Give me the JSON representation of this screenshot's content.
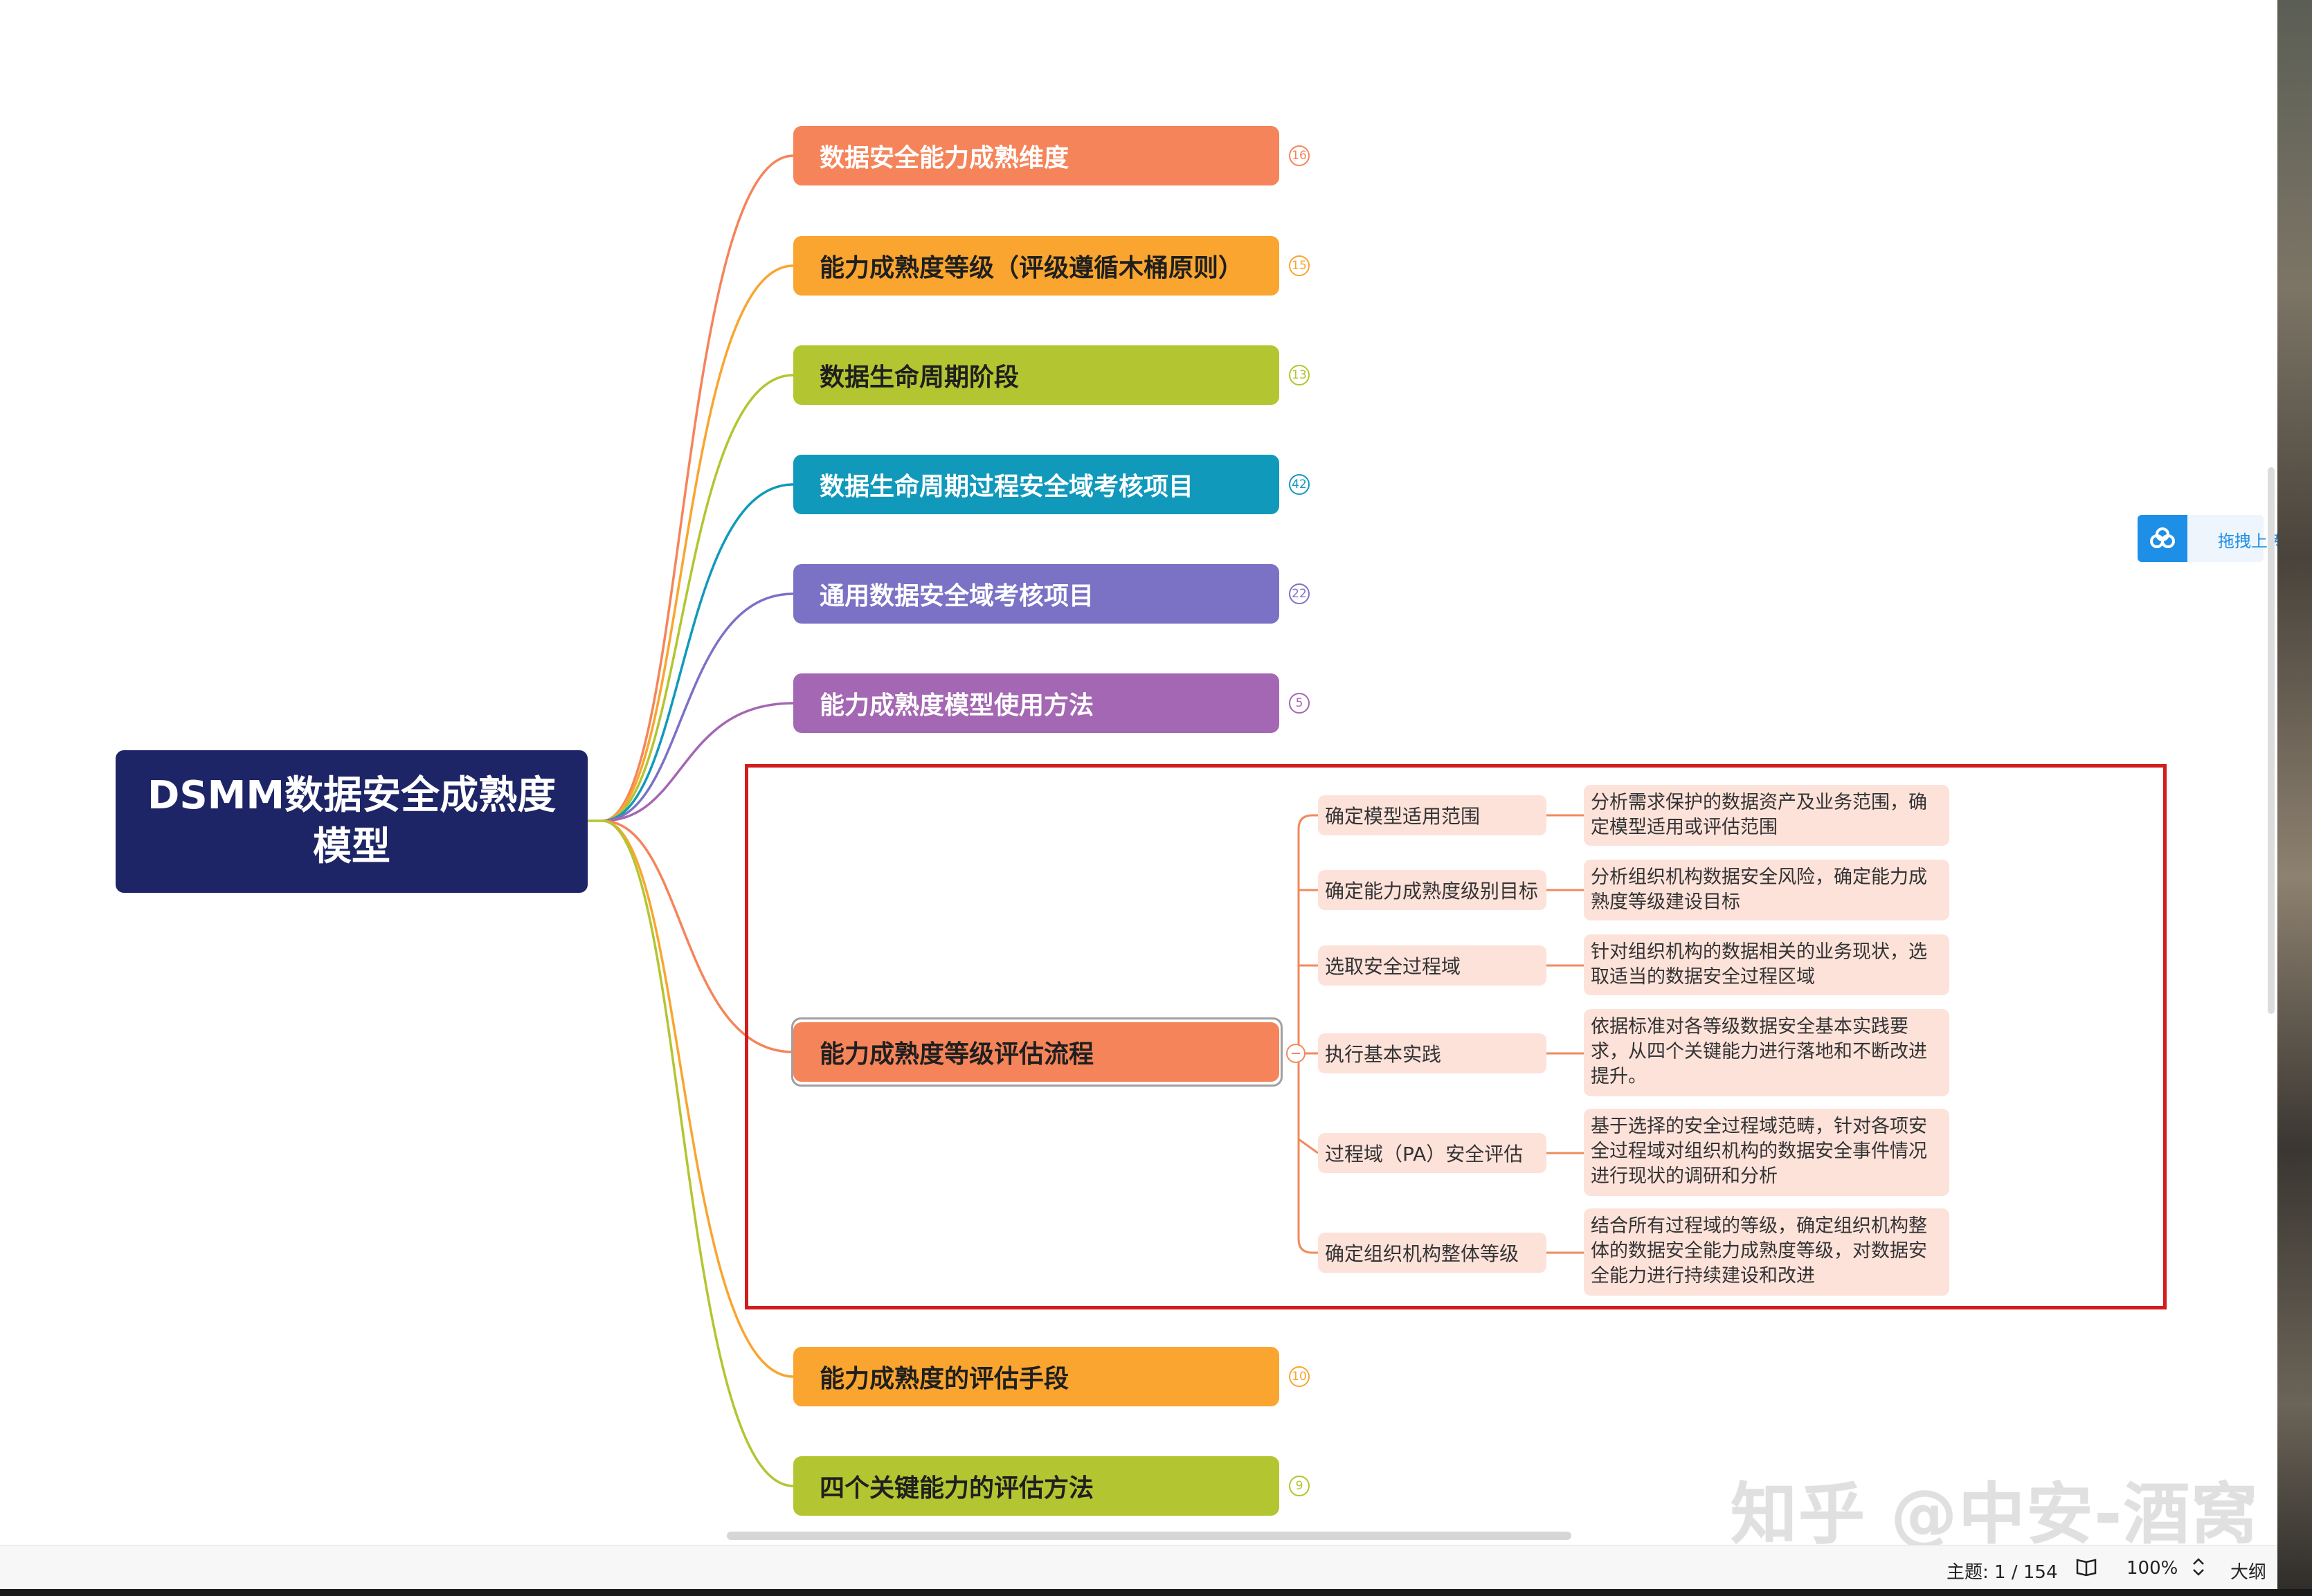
{
  "root": {
    "label": "DSMM数据安全成熟度模型"
  },
  "branches": [
    {
      "label": "数据安全能力成熟维度",
      "count": "16",
      "color": "#f5845a"
    },
    {
      "label": "能力成熟度等级（评级遵循木桶原则）",
      "count": "15",
      "color": "#f9a530"
    },
    {
      "label": "数据生命周期阶段",
      "count": "13",
      "color": "#b3c531"
    },
    {
      "label": "数据生命周期过程安全域考核项目",
      "count": "42",
      "color": "#1199bb"
    },
    {
      "label": "通用数据安全域考核项目",
      "count": "22",
      "color": "#7b72c6"
    },
    {
      "label": "能力成熟度模型使用方法",
      "count": "5",
      "color": "#a467b3"
    },
    {
      "label": "能力成熟度等级评估流程",
      "count": "",
      "color": "#f5845a"
    },
    {
      "label": "能力成熟度的评估手段",
      "count": "10",
      "color": "#f9a530"
    },
    {
      "label": "四个关键能力的评估方法",
      "count": "9",
      "color": "#b3c531"
    }
  ],
  "process_steps": [
    {
      "step": "确定模型适用范围",
      "desc": "分析需求保护的数据资产及业务范围，确定模型适用或评估范围"
    },
    {
      "step": "确定能力成熟度级别目标",
      "desc": "分析组织机构数据安全风险，确定能力成熟度等级建设目标"
    },
    {
      "step": "选取安全过程域",
      "desc": "针对组织机构的数据相关的业务现状，选取适当的数据安全过程区域"
    },
    {
      "step": "执行基本实践",
      "desc": "依据标准对各等级数据安全基本实践要求，从四个关键能力进行落地和不断改进提升。"
    },
    {
      "step": "过程域（PA）安全评估",
      "desc": "基于选择的安全过程域范畴，针对各项安全过程域对组织机构的数据安全事件情况进行现状的调研和分析"
    },
    {
      "step": "确定组织机构整体等级",
      "desc": "结合所有过程域的等级，确定组织机构整体的数据安全能力成熟度等级，对数据安全能力进行持续建设和改进"
    }
  ],
  "upload": {
    "label": "拖拽上传",
    "icon": "cloud-upload-icon"
  },
  "statusbar": {
    "topic": "主题: 1 / 154",
    "zoom": "100%",
    "outline": "大纲"
  },
  "watermark": "知乎 @中安-酒窝",
  "colors": {
    "highlight_box": "#d21d1d",
    "root_bg": "#1d2566"
  }
}
